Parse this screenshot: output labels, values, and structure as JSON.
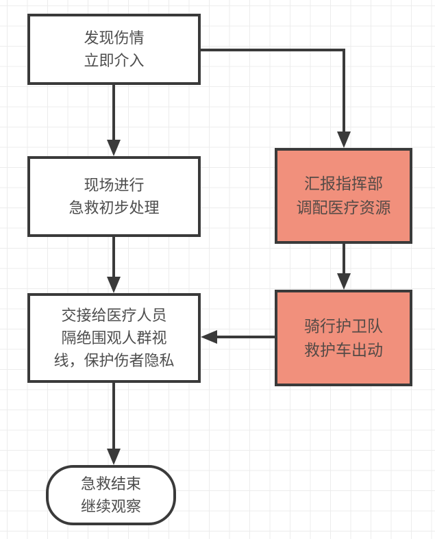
{
  "diagram": {
    "type": "flowchart",
    "nodes": {
      "discover": {
        "shape": "rect",
        "fill": "#ffffff",
        "lines": [
          "发现伤情",
          "立即介入"
        ]
      },
      "onsite": {
        "shape": "rect",
        "fill": "#ffffff",
        "lines": [
          "现场进行",
          "急救初步处理"
        ]
      },
      "handover": {
        "shape": "rect",
        "fill": "#ffffff",
        "lines": [
          "交接给医疗人员",
          "隔绝围观人群视",
          "线，保护伤者隐私"
        ]
      },
      "end": {
        "shape": "rounded-rect",
        "fill": "#ffffff",
        "lines": [
          "急救结束",
          "继续观察"
        ]
      },
      "report": {
        "shape": "rect",
        "fill": "#f1907c",
        "lines": [
          "汇报指挥部",
          "调配医疗资源"
        ]
      },
      "escort": {
        "shape": "rect",
        "fill": "#f1907c",
        "lines": [
          "骑行护卫队",
          "救护车出动"
        ]
      }
    },
    "edges": [
      {
        "from": "discover",
        "to": "onsite",
        "route": "straight-down"
      },
      {
        "from": "discover",
        "to": "report",
        "route": "right-then-down"
      },
      {
        "from": "onsite",
        "to": "handover",
        "route": "straight-down"
      },
      {
        "from": "report",
        "to": "escort",
        "route": "straight-down"
      },
      {
        "from": "escort",
        "to": "handover",
        "route": "straight-left"
      },
      {
        "from": "handover",
        "to": "end",
        "route": "straight-down"
      }
    ],
    "colors": {
      "stroke": "#3a3a3a",
      "highlight_fill": "#f1907c",
      "node_fill": "#ffffff",
      "grid_line": "#ececec",
      "text": "#4d4d4d",
      "highlight_text": "#544a46"
    }
  }
}
